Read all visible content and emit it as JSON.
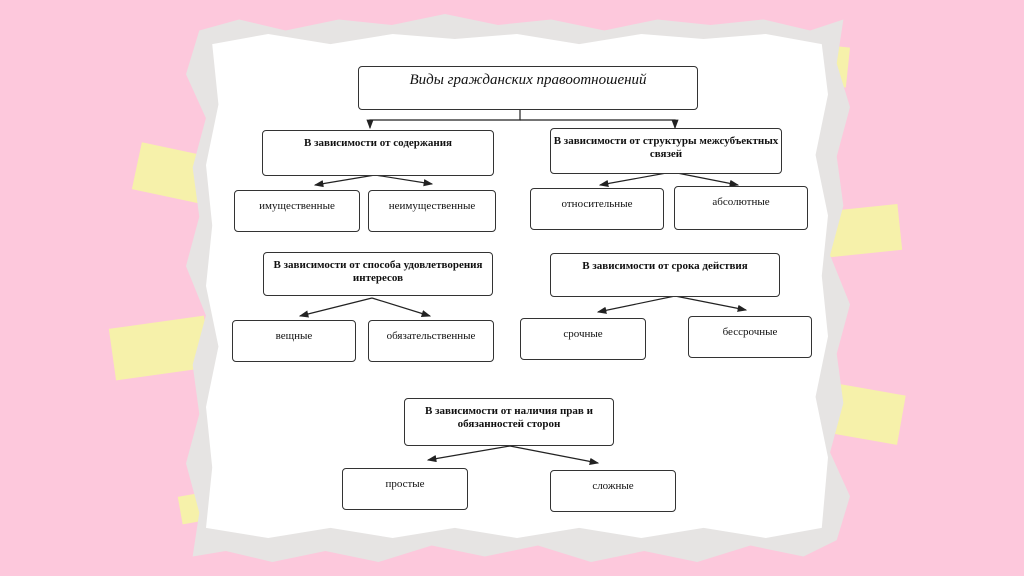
{
  "title": "Виды гражданских правоотношений",
  "groups": [
    {
      "criterion": "В зависимости от содержания",
      "types": [
        "имущественные",
        "неимущественные"
      ]
    },
    {
      "criterion": "В зависимости от структуры межсубъектных связей",
      "types": [
        "относительные",
        "абсолютные"
      ]
    },
    {
      "criterion": "В зависимости от способа удовлетворения интересов",
      "types": [
        "вещные",
        "обязательственные"
      ]
    },
    {
      "criterion": "В зависимости от срока действия",
      "types": [
        "срочные",
        "бессрочные"
      ]
    },
    {
      "criterion": "В зависимости от наличия прав и обязанностей сторон",
      "types": [
        "простые",
        "сложные"
      ]
    }
  ]
}
